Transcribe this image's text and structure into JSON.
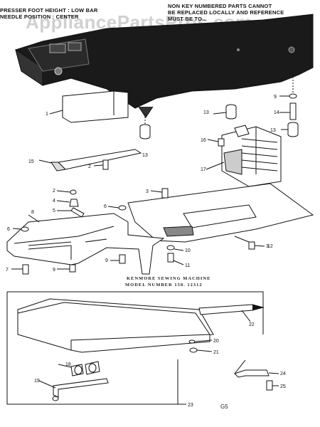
{
  "notes": {
    "left_line1": "PRESSER FOOT HEIGHT : LOW BAR",
    "left_line2": "NEEDLE POSITION : CENTER",
    "right_line1": "NON KEY NUMBERED PARTS CANNOT",
    "right_line2": "BE REPLACED LOCALLY AND REFERENCE",
    "right_line3": "MUST BE TO..."
  },
  "watermark": "AppliancePartsPros.com",
  "caption": {
    "line1": "KENMORE SEWING MACHINE",
    "line2": "MODEL NUMBER 158. 12312"
  },
  "page_code": "G5",
  "callouts": [
    "1",
    "2",
    "2",
    "3",
    "3",
    "4",
    "5",
    "6",
    "6",
    "7",
    "8",
    "9",
    "9",
    "9",
    "10",
    "11",
    "12",
    "13",
    "13",
    "13",
    "14",
    "15",
    "16",
    "17",
    "18",
    "19",
    "20",
    "21",
    "22",
    "23",
    "24",
    "25"
  ],
  "colors": {
    "ink": "#111111",
    "paper": "#ffffff",
    "watermark": "#aaaaaa"
  }
}
